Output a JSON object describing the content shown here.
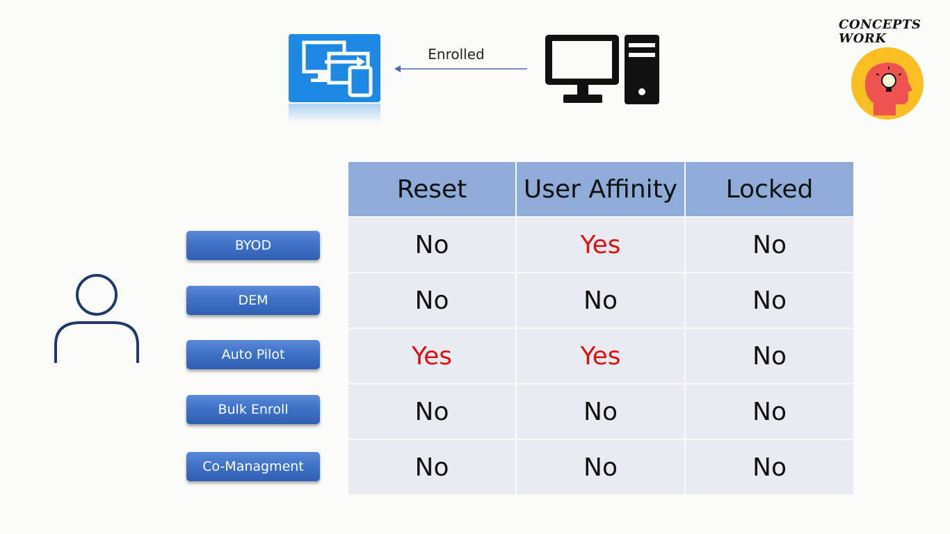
{
  "diagram": {
    "enrolled_label": "Enrolled",
    "intune_icon": "intune-devices-icon",
    "pc_icon": "desktop-computer-icon",
    "user_icon": "user-icon"
  },
  "brand": {
    "title_line1": "CONCEPTS",
    "title_line2": "WORK",
    "logo_icon": "head-lightbulb-icon",
    "logo_color": "#fbbf24",
    "head_color": "#ef5350"
  },
  "enrollment_types": [
    "BYOD",
    "DEM",
    "Auto Pilot",
    "Bulk Enroll",
    "Co-Managment"
  ],
  "table": {
    "headers": [
      "Reset",
      "User Affinity",
      "Locked"
    ],
    "rows": [
      [
        "No",
        "Yes",
        "No"
      ],
      [
        "No",
        "No",
        "No"
      ],
      [
        "Yes",
        "Yes",
        "No"
      ],
      [
        "No",
        "No",
        "No"
      ],
      [
        "No",
        "No",
        "No"
      ]
    ]
  },
  "colors": {
    "header_bg": "#8fabd8",
    "cell_bg": "#e8ebf1",
    "yes_color": "#e01010",
    "button_blue": "#3f73c8",
    "intune_blue": "#1e88e5"
  }
}
